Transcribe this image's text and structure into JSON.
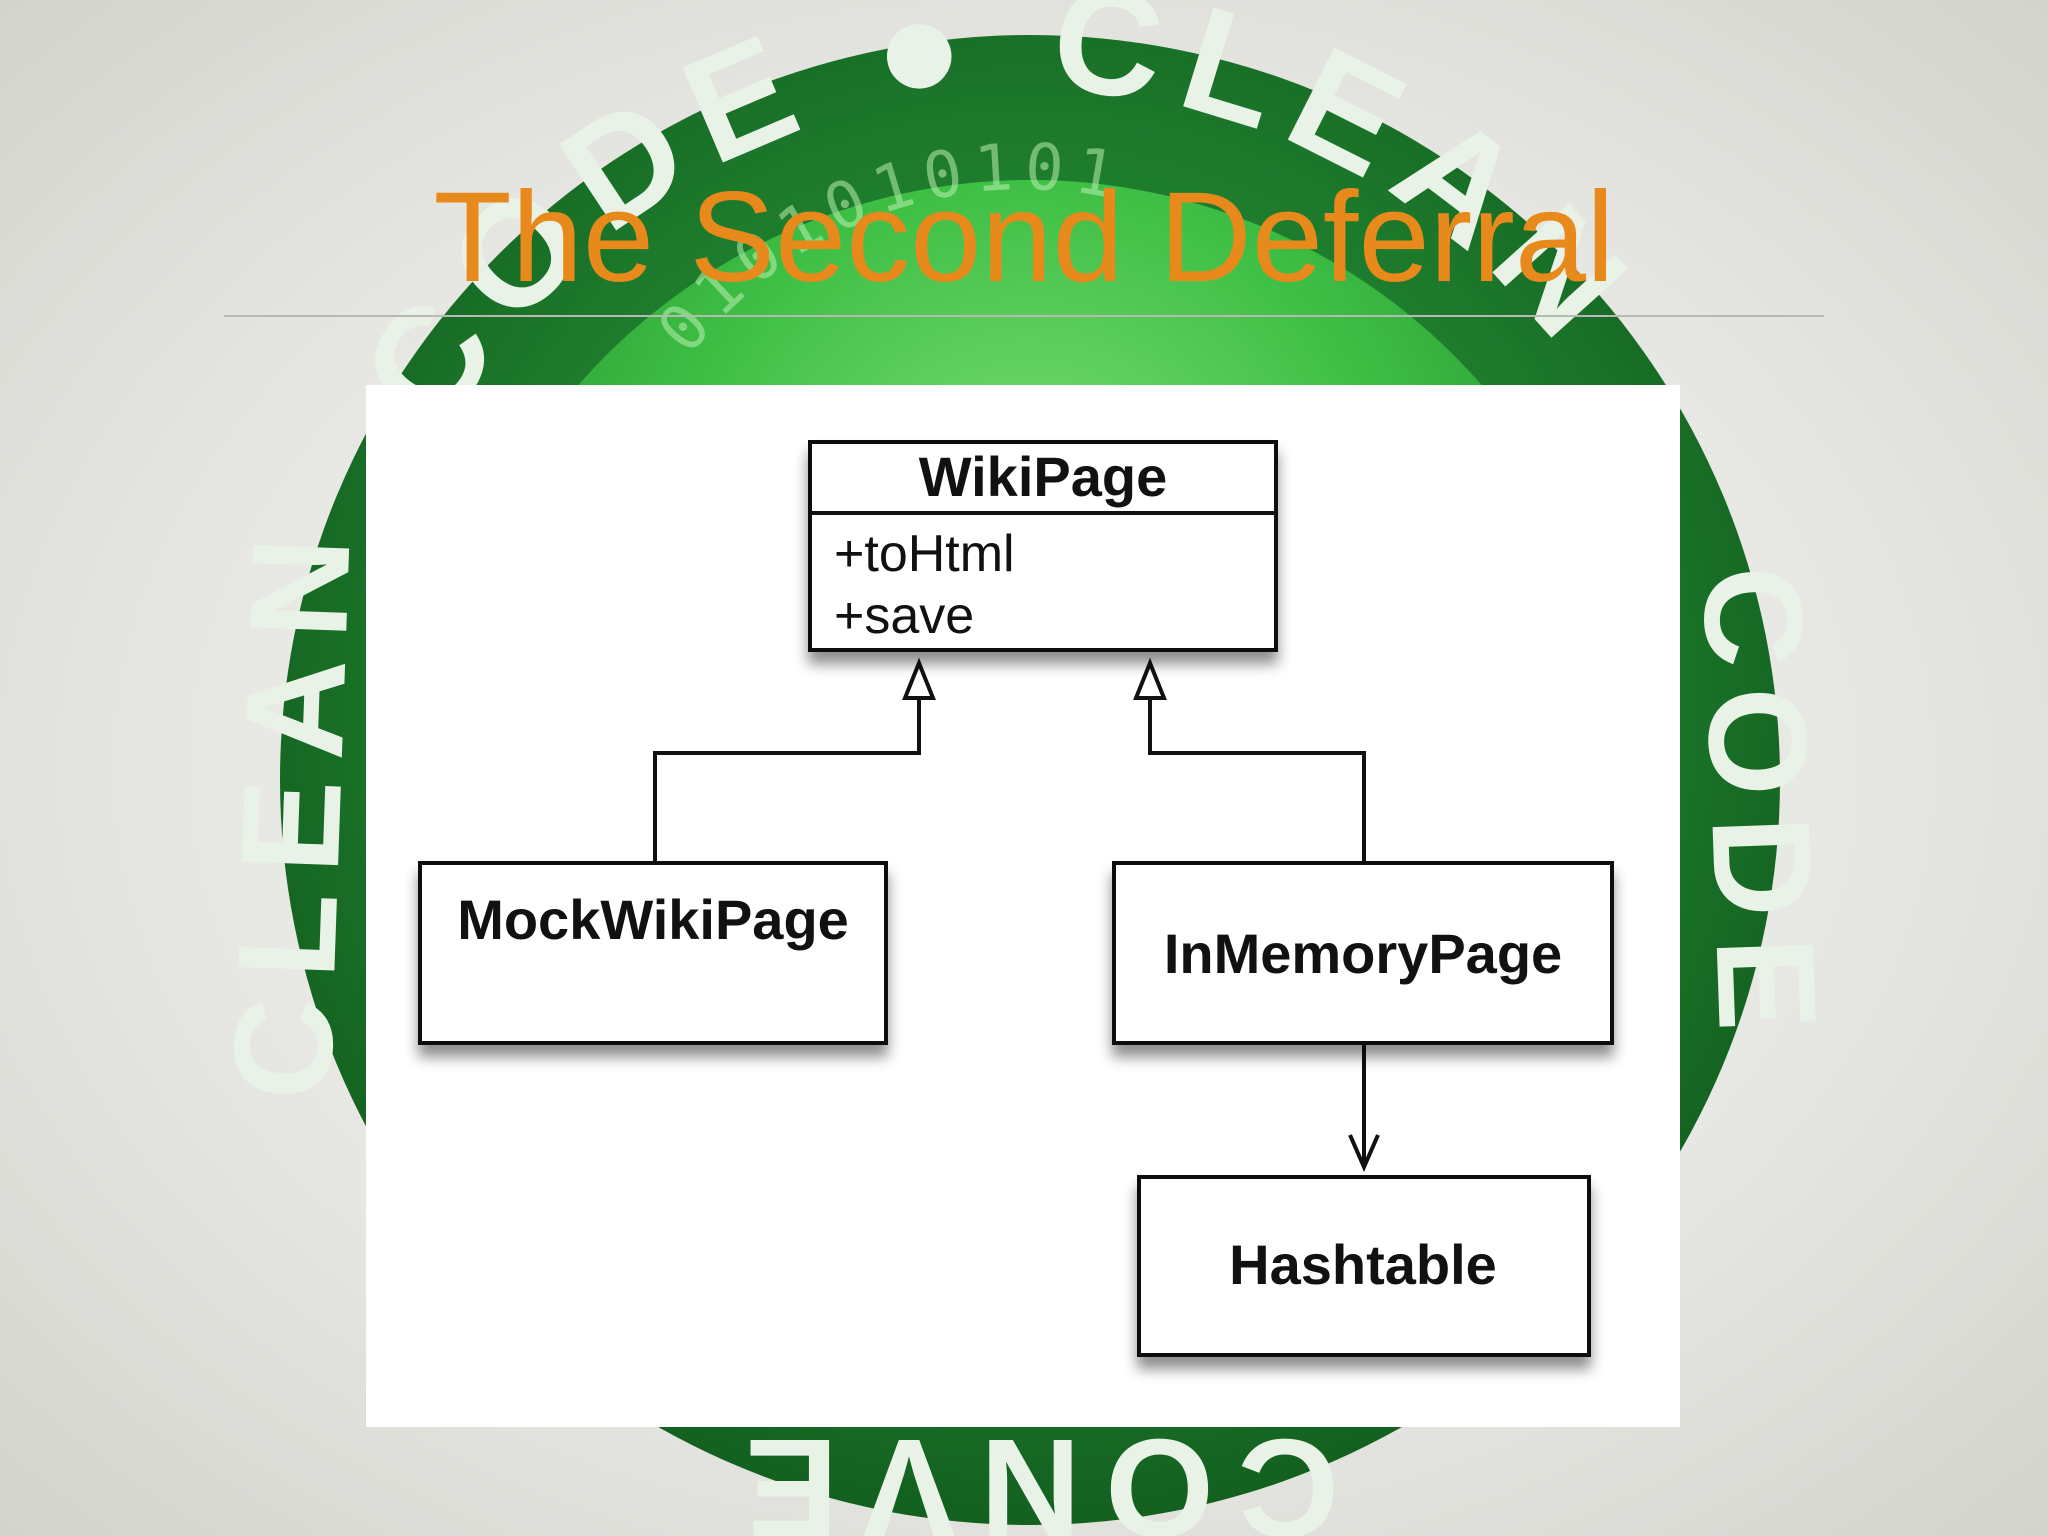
{
  "slide": {
    "title": "The Second Deferral",
    "accent_color": "#e8891c"
  },
  "background": {
    "badge_text_top": "CODE  ●  CLEAN",
    "badge_text_left": "CLEAN",
    "badge_text_right": "CODE",
    "badge_text_bottom": "CONVE",
    "badge_binary": "0101010101",
    "badge_color": "#1f7a2e"
  },
  "diagram": {
    "classes": {
      "wikipage": {
        "name": "WikiPage",
        "members": [
          "+toHtml",
          "+save"
        ]
      },
      "mockwikipage": {
        "name": "MockWikiPage"
      },
      "inmemorypage": {
        "name": "InMemoryPage"
      },
      "hashtable": {
        "name": "Hashtable"
      }
    }
  }
}
